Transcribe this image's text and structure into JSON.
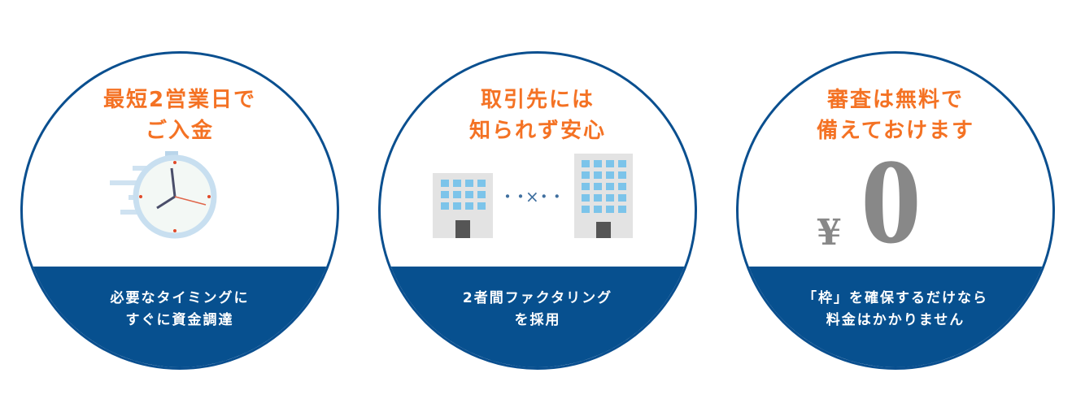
{
  "features": [
    {
      "title_lines": [
        "最短2営業日で",
        "ご入金"
      ],
      "icon": "stopwatch-icon",
      "sub_lines": [
        "必要なタイミングに",
        "すぐに資金調達"
      ]
    },
    {
      "title_lines": [
        "取引先には",
        "知られず安心"
      ],
      "icon": "buildings-icon",
      "connector": "・・×・・",
      "sub_lines": [
        "2者間ファクタリング",
        "を採用"
      ]
    },
    {
      "title_lines": [
        "審査は無料で",
        "備えておけます"
      ],
      "icon": "yen-zero",
      "yen": "¥",
      "amount": "0",
      "sub_lines": [
        "「枠」を確保するだけなら",
        "料金はかかりません"
      ]
    }
  ],
  "colors": {
    "accent": "#f47224",
    "brand": "#07508f"
  }
}
